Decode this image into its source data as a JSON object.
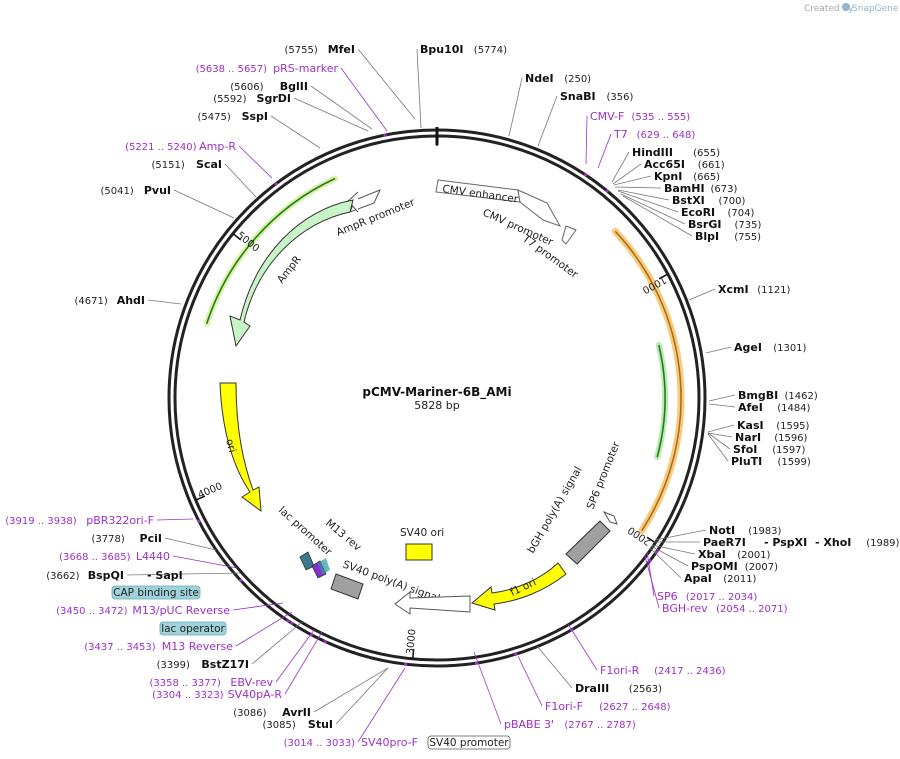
{
  "credit": {
    "created_by": "Created by",
    "brand": "SnapGene"
  },
  "plasmid": {
    "name": "pCMV-Mariner-6B_AMi",
    "length": "5828 bp",
    "total_bp": 5828
  },
  "ticks": [
    {
      "label": "1000",
      "bp": 1000
    },
    {
      "label": "2000",
      "bp": 2000
    },
    {
      "label": "3000",
      "bp": 3000
    },
    {
      "label": "4000",
      "bp": 4000
    },
    {
      "label": "5000",
      "bp": 5000
    }
  ],
  "sites": [
    {
      "id": "mfei",
      "name": "MfeI",
      "pos": "(5755)",
      "bp": 5755,
      "type": "enzyme"
    },
    {
      "id": "bpu10i",
      "name": "Bpu10I",
      "pos": "(5774)",
      "bp": 5774,
      "type": "enzyme"
    },
    {
      "id": "ndei",
      "name": "NdeI",
      "pos": "(250)",
      "bp": 250,
      "type": "enzyme"
    },
    {
      "id": "snabi",
      "name": "SnaBI",
      "pos": "(356)",
      "bp": 356,
      "type": "enzyme"
    },
    {
      "id": "cmvf",
      "name": "CMV-F",
      "pos": "(535 .. 555)",
      "bp": 545,
      "type": "primer"
    },
    {
      "id": "t7",
      "name": "T7",
      "pos": "(629 .. 648)",
      "bp": 638,
      "type": "primer"
    },
    {
      "id": "hindiii",
      "name": "HindIII",
      "pos": "(655)",
      "bp": 655,
      "type": "enzyme"
    },
    {
      "id": "acc65i",
      "name": "Acc65I",
      "pos": "(661)",
      "bp": 661,
      "type": "enzyme"
    },
    {
      "id": "kpni",
      "name": "KpnI",
      "pos": "(665)",
      "bp": 665,
      "type": "enzyme"
    },
    {
      "id": "bamhi",
      "name": "BamHI",
      "pos": "(673)",
      "bp": 673,
      "type": "enzyme"
    },
    {
      "id": "bstxi",
      "name": "BstXI",
      "pos": "(700)",
      "bp": 700,
      "type": "enzyme"
    },
    {
      "id": "ecori",
      "name": "EcoRI",
      "pos": "(704)",
      "bp": 704,
      "type": "enzyme"
    },
    {
      "id": "bsrgi",
      "name": "BsrGI",
      "pos": "(735)",
      "bp": 735,
      "type": "enzyme"
    },
    {
      "id": "blpi",
      "name": "BlpI",
      "pos": "(755)",
      "bp": 755,
      "type": "enzyme"
    },
    {
      "id": "xcmi",
      "name": "XcmI",
      "pos": "(1121)",
      "bp": 1121,
      "type": "enzyme"
    },
    {
      "id": "agei",
      "name": "AgeI",
      "pos": "(1301)",
      "bp": 1301,
      "type": "enzyme"
    },
    {
      "id": "bmgbi",
      "name": "BmgBI",
      "pos": "(1462)",
      "bp": 1462,
      "type": "enzyme"
    },
    {
      "id": "afei",
      "name": "AfeI",
      "pos": "(1484)",
      "bp": 1484,
      "type": "enzyme"
    },
    {
      "id": "kasi",
      "name": "KasI",
      "pos": "(1595)",
      "bp": 1595,
      "type": "enzyme"
    },
    {
      "id": "nari",
      "name": "NarI",
      "pos": "(1596)",
      "bp": 1596,
      "type": "enzyme"
    },
    {
      "id": "sfoi",
      "name": "SfoI",
      "pos": "(1597)",
      "bp": 1597,
      "type": "enzyme"
    },
    {
      "id": "pluti",
      "name": "PluTI",
      "pos": "(1599)",
      "bp": 1599,
      "type": "enzyme"
    },
    {
      "id": "noti",
      "name": "NotI",
      "pos": "(1983)",
      "bp": 1983,
      "type": "enzyme"
    },
    {
      "id": "paer7i",
      "name": "PaeR7I",
      "pos": "",
      "bp": 1989,
      "type": "enzyme"
    },
    {
      "id": "pspxi",
      "name": "PspXI",
      "pos": "",
      "bp": 1989,
      "type": "enzyme"
    },
    {
      "id": "xhoi",
      "name": "XhoI",
      "pos": "(1989)",
      "bp": 1989,
      "type": "enzyme"
    },
    {
      "id": "xbai",
      "name": "XbaI",
      "pos": "(2001)",
      "bp": 2001,
      "type": "enzyme"
    },
    {
      "id": "pspomi",
      "name": "PspOMI",
      "pos": "(2007)",
      "bp": 2007,
      "type": "enzyme"
    },
    {
      "id": "apai",
      "name": "ApaI",
      "pos": "(2011)",
      "bp": 2011,
      "type": "enzyme"
    },
    {
      "id": "sp6",
      "name": "SP6",
      "pos": "(2017 .. 2034)",
      "bp": 2025,
      "type": "primer"
    },
    {
      "id": "bghrev",
      "name": "BGH-rev",
      "pos": "(2054 .. 2071)",
      "bp": 2062,
      "type": "primer"
    },
    {
      "id": "f1orir",
      "name": "F1ori-R",
      "pos": "(2417 .. 2436)",
      "bp": 2426,
      "type": "primer"
    },
    {
      "id": "draiii",
      "name": "DraIII",
      "pos": "(2563)",
      "bp": 2563,
      "type": "enzyme"
    },
    {
      "id": "f1orif",
      "name": "F1ori-F",
      "pos": "(2627 .. 2648)",
      "bp": 2637,
      "type": "primer"
    },
    {
      "id": "pbabe3",
      "name": "pBABE 3'",
      "pos": "(2767 .. 2787)",
      "bp": 2777,
      "type": "primer"
    },
    {
      "id": "sv40prof",
      "name": "SV40pro-F",
      "pos": "(3014 .. 3033)",
      "bp": 3023,
      "type": "primer"
    },
    {
      "id": "stui",
      "name": "StuI",
      "pos": "(3085)",
      "bp": 3085,
      "type": "enzyme"
    },
    {
      "id": "avrii",
      "name": "AvrII",
      "pos": "(3086)",
      "bp": 3086,
      "type": "enzyme"
    },
    {
      "id": "sv40par",
      "name": "SV40pA-R",
      "pos": "(3304 .. 3323)",
      "bp": 3313,
      "type": "primer"
    },
    {
      "id": "ebvrev",
      "name": "EBV-rev",
      "pos": "(3358 .. 3377)",
      "bp": 3367,
      "type": "primer"
    },
    {
      "id": "bstz17i",
      "name": "BstZ17I",
      "pos": "(3399)",
      "bp": 3399,
      "type": "enzyme"
    },
    {
      "id": "m13reverse",
      "name": "M13 Reverse",
      "pos": "(3437 .. 3453)",
      "bp": 3445,
      "type": "primer"
    },
    {
      "id": "m13puc",
      "name": "M13/pUC Reverse",
      "pos": "(3450 .. 3472)",
      "bp": 3461,
      "type": "primer"
    },
    {
      "id": "bspqi",
      "name": "BspQI",
      "pos": "(3662)",
      "bp": 3662,
      "type": "enzyme"
    },
    {
      "id": "sapi",
      "name": "SapI",
      "pos": "",
      "bp": 3662,
      "type": "enzyme"
    },
    {
      "id": "l4440",
      "name": "L4440",
      "pos": "(3668 .. 3685)",
      "bp": 3676,
      "type": "primer"
    },
    {
      "id": "pcii",
      "name": "PciI",
      "pos": "(3778)",
      "bp": 3778,
      "type": "enzyme"
    },
    {
      "id": "pbr322",
      "name": "pBR322ori-F",
      "pos": "(3919 .. 3938)",
      "bp": 3928,
      "type": "primer"
    },
    {
      "id": "ahdi",
      "name": "AhdI",
      "pos": "(4671)",
      "bp": 4671,
      "type": "enzyme"
    },
    {
      "id": "pvui",
      "name": "PvuI",
      "pos": "(5041)",
      "bp": 5041,
      "type": "enzyme"
    },
    {
      "id": "scai",
      "name": "ScaI",
      "pos": "(5151)",
      "bp": 5151,
      "type": "enzyme"
    },
    {
      "id": "ampr",
      "name": "Amp-R",
      "pos": "(5221 .. 5240)",
      "bp": 5230,
      "type": "primer"
    },
    {
      "id": "sspi",
      "name": "SspI",
      "pos": "(5475)",
      "bp": 5475,
      "type": "enzyme"
    },
    {
      "id": "sgrdi",
      "name": "SgrDI",
      "pos": "(5592)",
      "bp": 5592,
      "type": "enzyme"
    },
    {
      "id": "bglii",
      "name": "BglII",
      "pos": "(5606)",
      "bp": 5606,
      "type": "enzyme"
    },
    {
      "id": "prsmarker",
      "name": "pRS-marker",
      "pos": "(5638 .. 5657)",
      "bp": 5647,
      "type": "primer"
    }
  ],
  "features": {
    "cmv_enhancer": "CMV enhancer",
    "cmv_promoter": "CMV promoter",
    "t7_promoter": "T7 promoter",
    "ampr_promoter": "AmpR promoter",
    "ampr": "AmpR",
    "ori": "ori",
    "lac_promoter": "lac promoter",
    "m13_rev": "M13 rev",
    "sv40_polya": "SV40 poly(A) signal",
    "sv40_ori": "SV40 ori",
    "sv40_promoter": "SV40 promoter",
    "f1_ori": "f1 ori",
    "bgh_polya": "bGH poly(A) signal",
    "sp6_promoter": "SP6 promoter",
    "cap_binding_site": "CAP binding site",
    "lac_operator": "lac operator"
  },
  "colors": {
    "primer": "#9b30c8",
    "ampr_fill": "#c8f5c8",
    "ori_fill": "#ffff00",
    "orf_orange": "#f2a13a",
    "orf_green": "#3aa63a",
    "badge_fill": "#9fd3dc",
    "feature_gray": "#a0a0a0"
  }
}
